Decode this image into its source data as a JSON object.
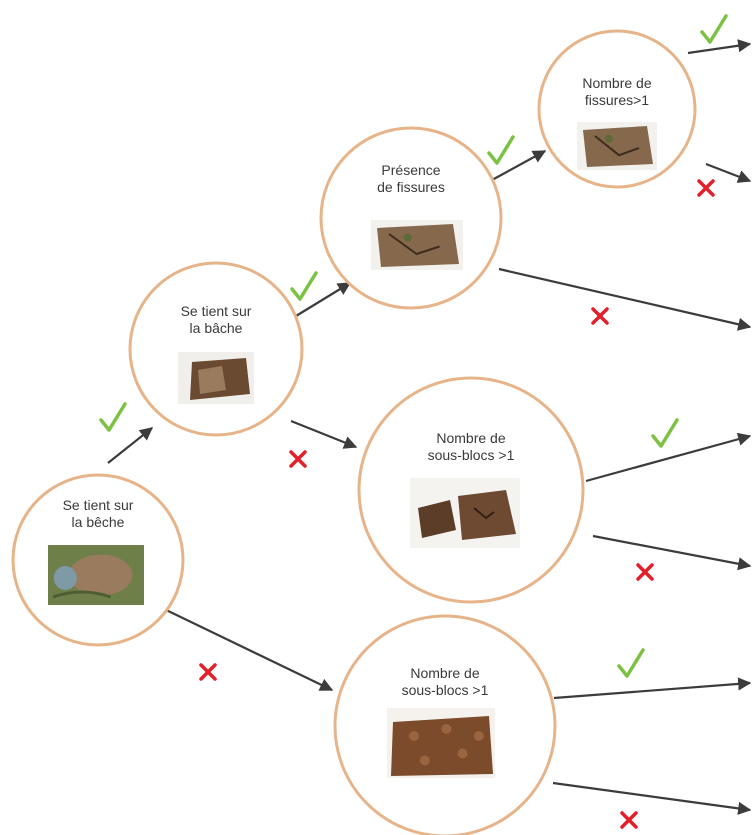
{
  "colors": {
    "node_border": "#e7b48a",
    "arrow": "#3c3c3c",
    "yes": "#7cc242",
    "no": "#e3202a",
    "soil_dark": "#6b4a32",
    "soil_light": "#9a7b5e",
    "grass": "#6e7f4a"
  },
  "nodes": [
    {
      "id": "root",
      "lines": [
        "Se tient sur",
        "la bêche"
      ],
      "photo": "grass-soil-photo"
    },
    {
      "id": "n2",
      "lines": [
        "Se tient sur",
        "la bâche"
      ],
      "photo": "soil-clod-photo"
    },
    {
      "id": "n3",
      "lines": [
        "Présence",
        "de fissures"
      ],
      "photo": "cracked-clod-photo"
    },
    {
      "id": "n4",
      "lines": [
        "Nombre de",
        "fissures>1"
      ],
      "photo": "cracked-clod-photo"
    },
    {
      "id": "n5",
      "lines": [
        "Nombre de",
        "sous-blocs >1"
      ],
      "photo": "broken-clods-photo"
    },
    {
      "id": "n6",
      "lines": [
        "Nombre de",
        "sous-blocs >1"
      ],
      "photo": "crumbly-soil-photo"
    }
  ],
  "edges": [
    {
      "from": "root",
      "to": "n2",
      "result": "yes"
    },
    {
      "from": "root",
      "to": "n6",
      "result": "no"
    },
    {
      "from": "n2",
      "to": "n3",
      "result": "yes"
    },
    {
      "from": "n2",
      "to": "n5",
      "result": "no"
    },
    {
      "from": "n3",
      "to": "n4",
      "result": "yes"
    },
    {
      "from": "n3",
      "to": "leaf-3-no",
      "result": "no"
    },
    {
      "from": "n4",
      "to": "leaf-4-yes",
      "result": "yes"
    },
    {
      "from": "n4",
      "to": "leaf-4-no",
      "result": "no"
    },
    {
      "from": "n5",
      "to": "leaf-5-yes",
      "result": "yes"
    },
    {
      "from": "n5",
      "to": "leaf-5-no",
      "result": "no"
    },
    {
      "from": "n6",
      "to": "leaf-6-yes",
      "result": "yes"
    },
    {
      "from": "n6",
      "to": "leaf-6-no",
      "result": "no"
    }
  ]
}
